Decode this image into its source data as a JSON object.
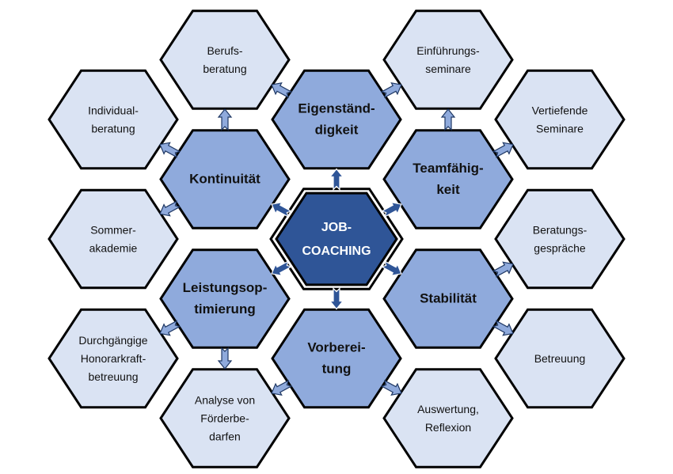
{
  "title_hex": {
    "id": "center",
    "lines": [
      "JOB-",
      "COACHING"
    ]
  },
  "colors": {
    "center": "#2F5597",
    "inner": "#8FAADC",
    "outer": "#DAE3F3",
    "stroke": "#000000",
    "arrow_dark": "#2F5597",
    "arrow_light": "#8FAADC",
    "arrow_outline": "#1F3864"
  },
  "nodes": [
    {
      "id": "center",
      "tier": "center",
      "lines": [
        "JOB-",
        "COACHING"
      ]
    },
    {
      "id": "eigen",
      "tier": "inner",
      "lines": [
        "Eigenständ-",
        "digkeit"
      ]
    },
    {
      "id": "kontin",
      "tier": "inner",
      "lines": [
        "Kontinuität"
      ]
    },
    {
      "id": "team",
      "tier": "inner",
      "lines": [
        "Teamfähig-",
        "keit"
      ]
    },
    {
      "id": "leist",
      "tier": "inner",
      "lines": [
        "Leistungsop-",
        "timierung"
      ]
    },
    {
      "id": "stabil",
      "tier": "inner",
      "lines": [
        "Stabilität"
      ]
    },
    {
      "id": "vorb",
      "tier": "inner",
      "lines": [
        "Vorberei-",
        "tung"
      ]
    },
    {
      "id": "berufs",
      "tier": "outer",
      "lines": [
        "Berufs-",
        "beratung"
      ]
    },
    {
      "id": "einf",
      "tier": "outer",
      "lines": [
        "Einführungs-",
        "seminare"
      ]
    },
    {
      "id": "indiv",
      "tier": "outer",
      "lines": [
        "Individual-",
        "beratung"
      ]
    },
    {
      "id": "vertief",
      "tier": "outer",
      "lines": [
        "Vertiefende",
        "Seminare"
      ]
    },
    {
      "id": "sommer",
      "tier": "outer",
      "lines": [
        "Sommer-",
        "akademie"
      ]
    },
    {
      "id": "beratg",
      "tier": "outer",
      "lines": [
        "Beratungs-",
        "gespräche"
      ]
    },
    {
      "id": "durch",
      "tier": "outer",
      "lines": [
        "Durchgängige",
        "Honorarkraft-",
        "betreuung"
      ]
    },
    {
      "id": "betreu",
      "tier": "outer",
      "lines": [
        "Betreuung"
      ]
    },
    {
      "id": "analyse",
      "tier": "outer",
      "lines": [
        "Analyse von",
        "Förderbe-",
        "darfen"
      ]
    },
    {
      "id": "ausw",
      "tier": "outer",
      "lines": [
        "Auswertung,",
        "Reflexion"
      ]
    }
  ],
  "connections": [
    [
      "center",
      "eigen"
    ],
    [
      "center",
      "kontin"
    ],
    [
      "center",
      "team"
    ],
    [
      "center",
      "leist"
    ],
    [
      "center",
      "stabil"
    ],
    [
      "center",
      "vorb"
    ],
    [
      "kontin",
      "berufs"
    ],
    [
      "kontin",
      "indiv"
    ],
    [
      "kontin",
      "sommer"
    ],
    [
      "eigen",
      "berufs"
    ],
    [
      "eigen",
      "einf"
    ],
    [
      "team",
      "einf"
    ],
    [
      "team",
      "vertief"
    ],
    [
      "stabil",
      "beratg"
    ],
    [
      "stabil",
      "betreu"
    ],
    [
      "leist",
      "durch"
    ],
    [
      "leist",
      "analyse"
    ],
    [
      "vorb",
      "analyse"
    ],
    [
      "vorb",
      "ausw"
    ]
  ]
}
